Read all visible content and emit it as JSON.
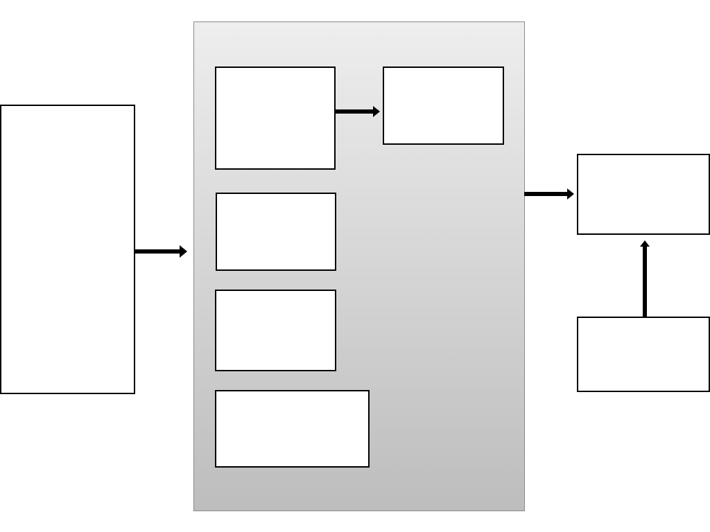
{
  "theme": {
    "box_border": "#000000",
    "box_fill": "#ffffff",
    "container_gradient_top": "#eeeeee",
    "container_gradient_bottom": "#bdbdbd",
    "arrow_color": "#000000"
  },
  "diagram": {
    "left_block": {
      "label": ""
    },
    "container": {
      "label": "",
      "inner_top_left": {
        "label": ""
      },
      "inner_top_right": {
        "label": ""
      },
      "inner_middle": {
        "label": ""
      },
      "inner_lower": {
        "label": ""
      },
      "inner_bottom": {
        "label": ""
      }
    },
    "right_top_block": {
      "label": ""
    },
    "right_bottom_block": {
      "label": ""
    }
  },
  "connections": [
    {
      "from": "left_block",
      "to": "container"
    },
    {
      "from": "inner_top_left",
      "to": "inner_top_right"
    },
    {
      "from": "container",
      "to": "right_top_block"
    },
    {
      "from": "right_bottom_block",
      "to": "right_top_block"
    }
  ]
}
